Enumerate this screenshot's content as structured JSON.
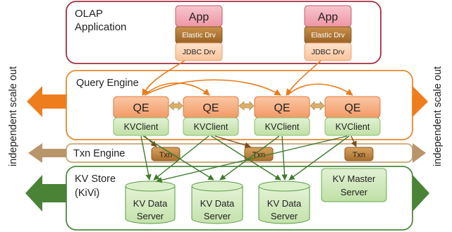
{
  "olap": {
    "label_line1": "OLAP",
    "label_line2": "Application"
  },
  "apps": [
    {
      "app": "App",
      "elastic": "Elastic Drv",
      "jdbc": "JDBC Drv"
    },
    {
      "app": "App",
      "elastic": "Elastic Drv",
      "jdbc": "JDBC Drv"
    }
  ],
  "query_engine": {
    "label": "Query Engine",
    "nodes": [
      {
        "qe": "QE",
        "client": "KVClient"
      },
      {
        "qe": "QE",
        "client": "KVClient"
      },
      {
        "qe": "QE",
        "client": "KVClient"
      },
      {
        "qe": "QE",
        "client": "KVClient"
      }
    ]
  },
  "txn_engine": {
    "label": "Txn Engine",
    "nodes": [
      "Txn",
      "Txn",
      "Txn"
    ]
  },
  "kv_store": {
    "label_line1": "KV Store",
    "label_line2": "(KiVi)",
    "data_servers": [
      {
        "line1": "KV Data",
        "line2": "Server"
      },
      {
        "line1": "KV Data",
        "line2": "Server"
      },
      {
        "line1": "KV Data",
        "line2": "Server"
      }
    ],
    "master": {
      "line1": "KV Master",
      "line2": "Server"
    }
  },
  "side_labels": {
    "left": "independent scale out",
    "right": "independent scale out"
  },
  "colors": {
    "olap_border": "#a03040",
    "query_border": "#e88a2a",
    "txn_border": "#c8a878",
    "kv_border": "#4c8a3c",
    "orange_arrow": "#ee7d1d",
    "brown_arrow": "#b8956a",
    "green_arrow": "#4a8236"
  }
}
